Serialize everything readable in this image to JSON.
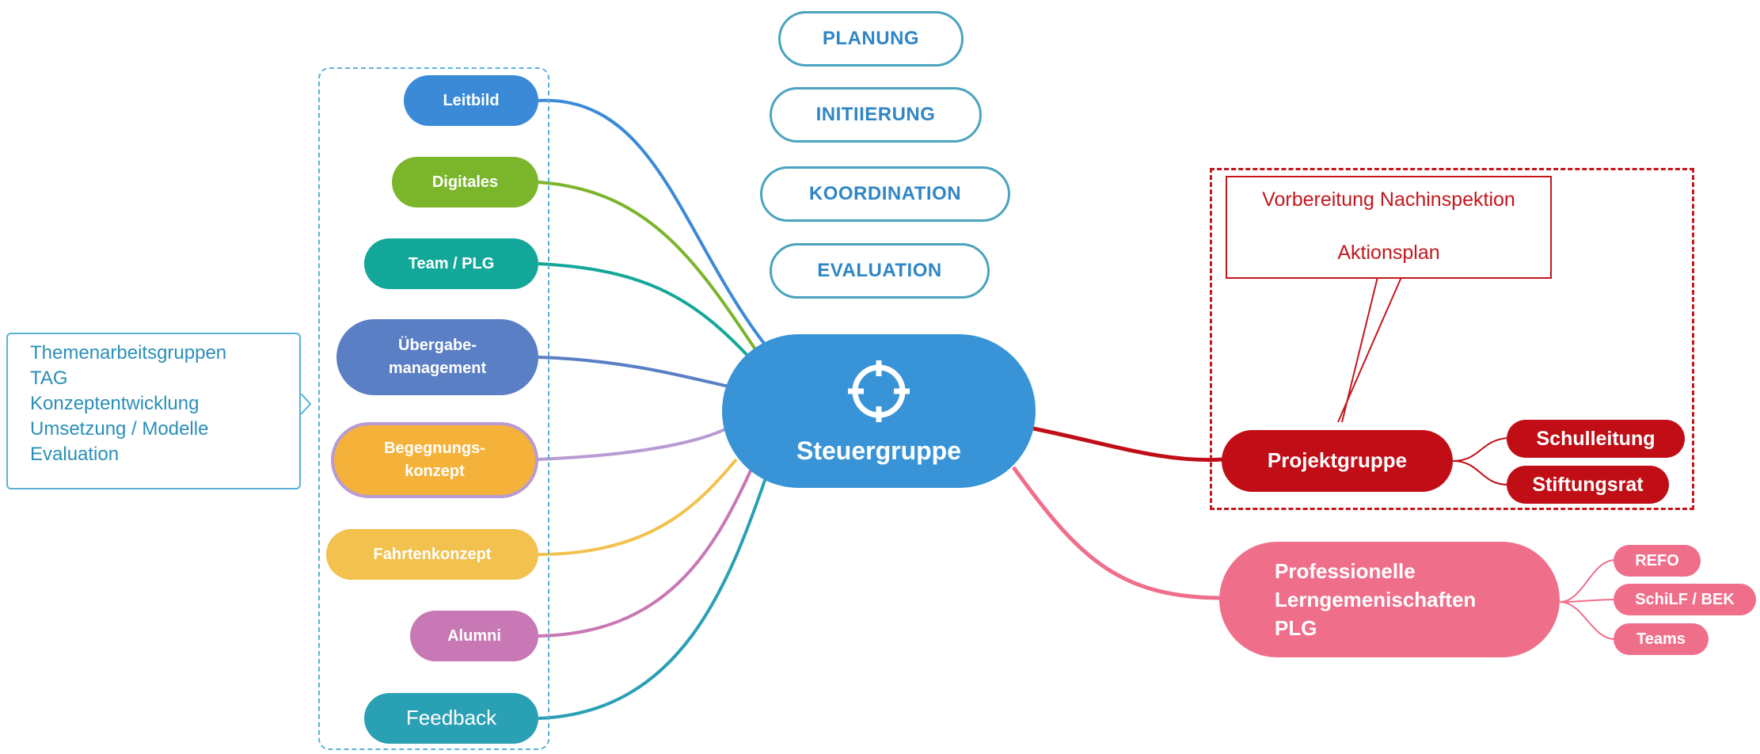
{
  "colors": {
    "central": "#3894d6",
    "leitbild": "#3a8ad8",
    "digitales": "#7ab52b",
    "team": "#13a79a",
    "uebergabe": "#5a7fc4",
    "begegnung": "#f5b23a",
    "fahrten": "#f2c14e",
    "alumni": "#c878b4",
    "feedback": "#2aa0b5",
    "projekt": "#c00d16",
    "plg": "#ef6f8b",
    "dash_red": "#c4171d",
    "outline_blue": "#4aa3bf"
  },
  "central": {
    "label": "Steuergruppe",
    "icon": "crosshair-icon"
  },
  "roles": [
    "PLANUNG",
    "INITIIERUNG",
    "KOORDINATION",
    "EVALUATION"
  ],
  "left_branches": [
    {
      "id": "leitbild",
      "label": "Leitbild"
    },
    {
      "id": "digitales",
      "label": "Digitales"
    },
    {
      "id": "team",
      "label": "Team / PLG"
    },
    {
      "id": "uebergabe",
      "label": "Übergabe-\nmanagement"
    },
    {
      "id": "begegnung",
      "label": "Begegnungs-\nkonzept"
    },
    {
      "id": "fahrten",
      "label": "Fahrtenkonzept"
    },
    {
      "id": "alumni",
      "label": "Alumni"
    },
    {
      "id": "feedback",
      "label": "Feedback"
    }
  ],
  "callout_left": {
    "lines": [
      "Themenarbeitsgruppen",
      "TAG",
      "Konzeptentwicklung",
      "Umsetzung / Modelle",
      "Evaluation"
    ]
  },
  "projektgruppe": {
    "label": "Projektgruppe",
    "children": [
      "Schulleitung",
      "Stiftungsrat"
    ],
    "callout": [
      "Vorbereitung Nachinspektion",
      "Aktionsplan"
    ]
  },
  "plg": {
    "label": "Professionelle\nLerngemenischaften\nPLG",
    "children": [
      "REFO",
      "SchiLF / BEK",
      "Teams"
    ]
  }
}
